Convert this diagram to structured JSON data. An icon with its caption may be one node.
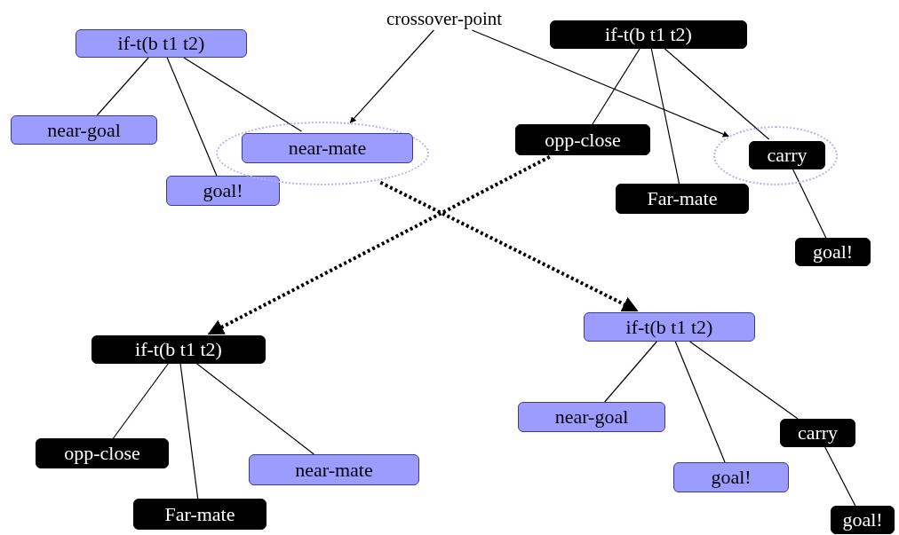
{
  "diagram": {
    "nodes": [
      {
        "text": [
          "crossover-point"
        ]
      },
      {
        "text": [
          "if-t(b t1 t2)"
        ]
      },
      {
        "text": [
          "near-goal"
        ]
      },
      {
        "text": [
          "goal!"
        ]
      },
      {
        "text": [],
        "shape": "ellipse"
      },
      {
        "text": [
          "near-mate"
        ],
        "in": 4
      },
      {
        "text": [
          "if-t(b t1 t2)"
        ]
      },
      {
        "text": [
          "opp-close"
        ]
      },
      {
        "text": [
          "Far-mate"
        ]
      },
      {
        "text": [],
        "shape": "ellipse"
      },
      {
        "text": [
          "carry"
        ],
        "in": 9
      },
      {
        "text": [
          "goal!"
        ]
      },
      {
        "text": [
          "if-t(b t1 t2)"
        ]
      },
      {
        "text": [
          "opp-close"
        ]
      },
      {
        "text": [
          "Far-mate"
        ]
      },
      {
        "text": [
          "near-mate"
        ]
      },
      {
        "text": [
          "if-t(b t1 t2)"
        ]
      },
      {
        "text": [
          "near-goal"
        ]
      },
      {
        "text": [
          "goal!"
        ]
      },
      {
        "text": [
          "carry"
        ]
      },
      {
        "text": [
          "goal!"
        ]
      }
    ],
    "edges": [
      {
        "from": 0,
        "to": 4,
        "arrow": "to"
      },
      {
        "from": 0,
        "to": 9,
        "arrow": "to"
      },
      {
        "from": 1,
        "to": 2,
        "arrow": "none"
      },
      {
        "from": 1,
        "to": 3,
        "arrow": "none"
      },
      {
        "from": 1,
        "to": 5,
        "arrow": "none"
      },
      {
        "from": 6,
        "to": 7,
        "arrow": "none"
      },
      {
        "from": 6,
        "to": 8,
        "arrow": "none"
      },
      {
        "from": 6,
        "to": 10,
        "arrow": "none"
      },
      {
        "from": 10,
        "to": 11,
        "arrow": "none"
      },
      {
        "from": 4,
        "to": 16,
        "arrow": "to",
        "style": "dashed"
      },
      {
        "from": 7,
        "to": 12,
        "arrow": "to",
        "style": "dashed"
      },
      {
        "from": 12,
        "to": 13,
        "arrow": "none"
      },
      {
        "from": 12,
        "to": 14,
        "arrow": "none"
      },
      {
        "from": 12,
        "to": 15,
        "arrow": "none"
      },
      {
        "from": 16,
        "to": 17,
        "arrow": "none"
      },
      {
        "from": 16,
        "to": 18,
        "arrow": "none"
      },
      {
        "from": 16,
        "to": 19,
        "arrow": "none"
      },
      {
        "from": 19,
        "to": 20,
        "arrow": "none"
      }
    ]
  }
}
